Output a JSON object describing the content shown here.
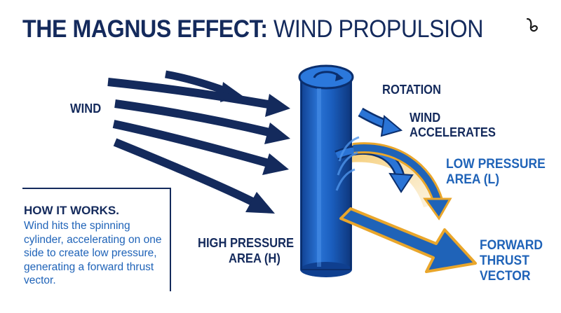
{
  "title": {
    "bold": "THE MAGNUS EFFECT:",
    "light": " WIND PROPULSION"
  },
  "corner_icon": "swirl-icon",
  "labels": {
    "wind": "WIND",
    "rotation": "ROTATION",
    "wind_accelerates_1": "WIND",
    "wind_accelerates_2": "ACCELERATES",
    "low_pressure_1": "LOW PRESSURE",
    "low_pressure_2": "AREA (L)",
    "high_pressure_1": "HIGH PRESSURE",
    "high_pressure_2": "AREA (H)",
    "forward_1": "FORWARD",
    "forward_2": "THRUST",
    "forward_3": "VECTOR"
  },
  "how_it_works": {
    "title": "HOW IT WORKS.",
    "body": "Wind hits the spinning cylinder, accelerating on one side to create low pressure, generating a forward thrust vector."
  },
  "colors": {
    "navy": "#142a5c",
    "blue": "#1f63b8",
    "cylinder": "#1b5fbf",
    "gold": "#e9a62b"
  }
}
